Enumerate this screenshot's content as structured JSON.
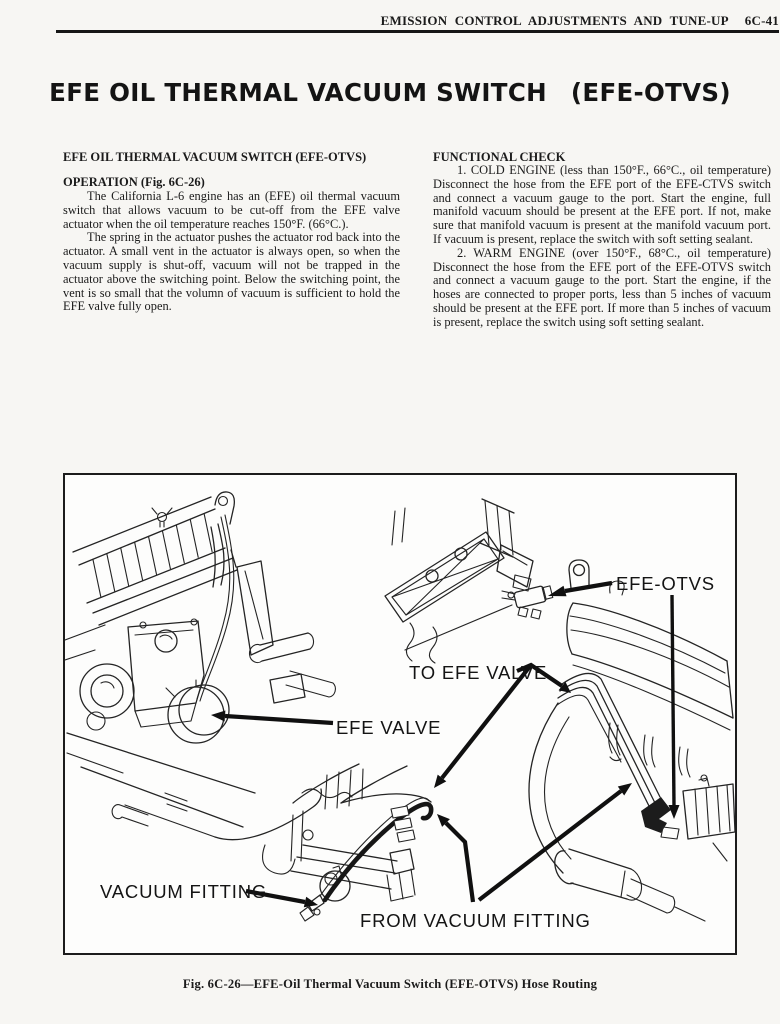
{
  "colors": {
    "paper": "#f7f6f3",
    "ink": "#1b1b1b",
    "figure_paper": "#fdfdfc"
  },
  "header": {
    "title": "EMISSION CONTROL ADJUSTMENTS AND TUNE-UP",
    "page_number": "6C-41"
  },
  "title": {
    "main": "EFE OIL THERMAL VACUUM SWITCH",
    "paren": "(EFE-OTVS)"
  },
  "left_column": {
    "heading": "EFE OIL THERMAL VACUUM SWITCH (EFE-OTVS)",
    "subheading": "OPERATION (Fig. 6C-26)",
    "paragraphs": [
      "The California L-6 engine has an (EFE) oil thermal vacuum switch that allows vacuum to be cut-off from the EFE valve actuator when the oil temperature reaches 150°F. (66°C.).",
      "The spring in the actuator pushes the actuator rod back into the actuator. A small vent in the actuator is always open, so when the vacuum supply is shut-off, vacuum will not be trapped in the actuator above the switching point. Below the switching point, the vent is so small that the volumn of vacuum is sufficient to hold the EFE valve fully open."
    ]
  },
  "right_column": {
    "heading": "FUNCTIONAL CHECK",
    "paragraphs": [
      "1. COLD ENGINE (less than 150°F., 66°C., oil temperature) Disconnect the hose from the EFE port of the EFE-CTVS switch and connect a vacuum gauge to the port. Start the engine, full manifold vacuum should be present at the EFE port. If not, make sure that manifold vacuum is present at the manifold vacuum port. If vacuum is present, replace the switch with soft setting sealant.",
      "2. WARM ENGINE (over 150°F., 68°C., oil temperature) Disconnect the hose from the EFE port of the EFE-OTVS switch and connect a vacuum gauge to the port. Start the engine, if the hoses are connected to proper ports, less than 5 inches of vacuum should be present at the EFE port. If more than 5 inches of vacuum is present, replace the switch using soft setting sealant."
    ]
  },
  "figure": {
    "labels": {
      "efe_otvs": "EFE-OTVS",
      "to_efe_valve": "TO EFE VALVE",
      "efe_valve": "EFE VALVE",
      "vacuum_fitting": "VACUUM FITTING",
      "from_vacuum_fitting": "FROM VACUUM FITTING"
    },
    "caption": "Fig. 6C-26—EFE-Oil Thermal Vacuum Switch (EFE-OTVS) Hose Routing"
  }
}
